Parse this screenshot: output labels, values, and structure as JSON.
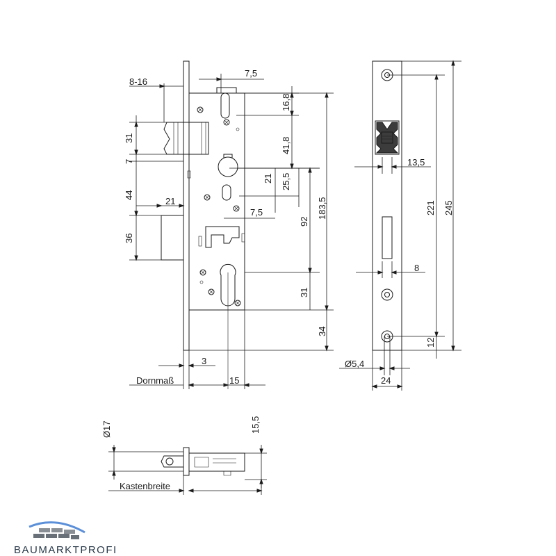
{
  "dimensions": {
    "d_8_16": "8-16",
    "d_7_5_top": "7,5",
    "d_16_8": "16,8",
    "d_41_8": "41,8",
    "d_31_left": "31",
    "d_7_left": "7",
    "d_21_mid": "21",
    "d_25_5": "25,5",
    "d_44": "44",
    "d_21_left": "21",
    "d_7_5_mid": "7,5",
    "d_92": "92",
    "d_183_5": "183,5",
    "d_36": "36",
    "d_31_right": "31",
    "d_34": "34",
    "d_3": "3",
    "d_15": "15",
    "d_13_5": "13,5",
    "d_221": "221",
    "d_245": "245",
    "d_8": "8",
    "d_12": "12",
    "d_5_4": "Ø5,4",
    "d_24": "24",
    "d_17": "Ø17",
    "d_15_5": "15,5"
  },
  "labels": {
    "dornmass": "Dornmaß",
    "kastenbreite": "Kastenbreite"
  },
  "brand": {
    "name": "BAUMARKTPROFI",
    "accent": "#5b8fd8"
  }
}
